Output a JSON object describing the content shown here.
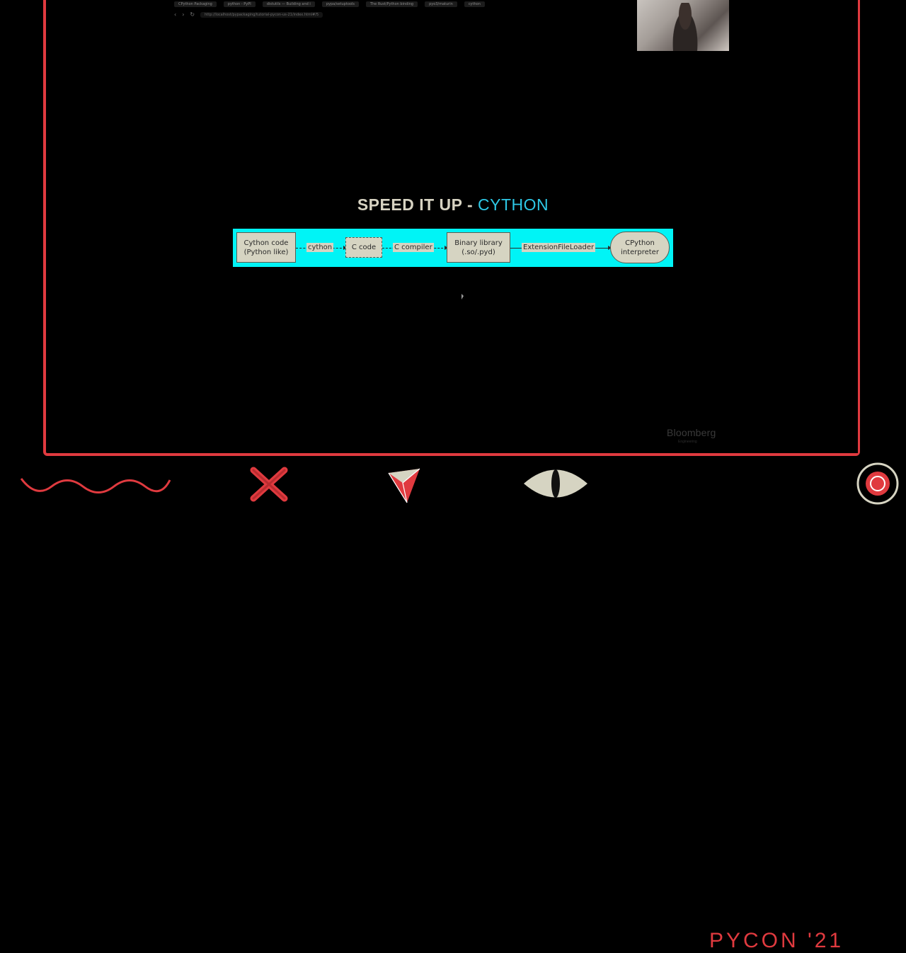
{
  "browser": {
    "tabs": [
      "CPython Packaging",
      "python - PyPI",
      "distutils — Building and i",
      "pypa/setuptools",
      "The Rust/Python binding",
      "pyo3/maturin",
      "cython"
    ],
    "url": "http://localhost/pypackaging/tutorial-pycon-us-21/index.html#/5"
  },
  "slide": {
    "title_part1": "SPEED IT UP - ",
    "title_part2": "CYTHON",
    "diagram": {
      "background": "#00f4f6",
      "nodes": [
        {
          "line1": "Cython code",
          "line2": "(Python like)"
        },
        {
          "line1": "C code",
          "line2": ""
        },
        {
          "line1": "Binary library",
          "line2": "(.so/.pyd)"
        },
        {
          "line1": "CPython",
          "line2": "interpreter"
        }
      ],
      "edges": [
        "cython",
        "C compiler",
        "ExtensionFileLoader"
      ]
    }
  },
  "sponsor": {
    "name": "Bloomberg",
    "tagline": "Engineering"
  },
  "footer": {
    "event": "PYCON '21"
  },
  "colors": {
    "accent": "#e03a3f",
    "title": "#d7d3c2",
    "title_highlight": "#2ec8e6"
  }
}
